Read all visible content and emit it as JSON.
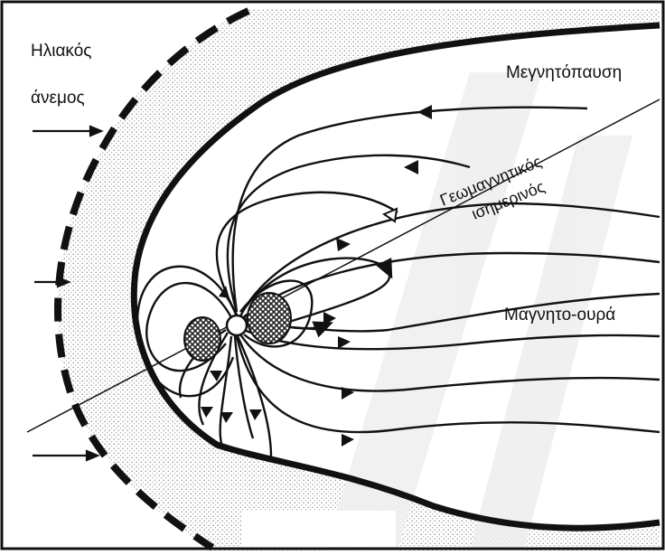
{
  "labels": {
    "solar_wind_line1": "Ηλιακός",
    "solar_wind_line2": "άνεμος",
    "magnetopause": "Μεγνητόπαυση",
    "geomagnetic_equator_line1": "Γεωμαγνητικός",
    "geomagnetic_equator_line2": "ισημερινός",
    "magnetotail": "Μαγνητο-ουρά"
  },
  "colors": {
    "ink": "#111111",
    "paper": "#ffffff",
    "stipple": "#9a9a9a",
    "watermark": "#e8e8e8"
  }
}
